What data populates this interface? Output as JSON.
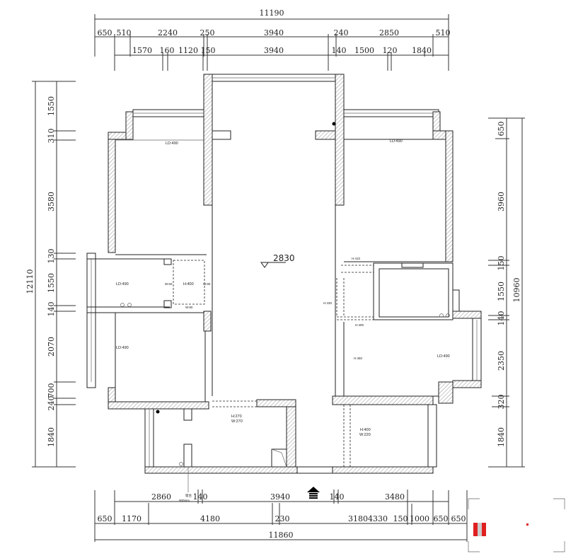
{
  "top_dims": {
    "total": "11190",
    "row1": [
      "650",
      "510",
      "2240",
      "250",
      "3940",
      "240",
      "2850",
      "510"
    ],
    "row2": [
      "1570",
      "160",
      "1120",
      "150",
      "3940",
      "140",
      "1500",
      "120",
      "1840"
    ]
  },
  "left_dims": {
    "total": "12110",
    "segments": [
      "1550",
      "310",
      "3580",
      "130",
      "1550",
      "140",
      "2070",
      "700",
      "240",
      "1840"
    ]
  },
  "right_dims": {
    "total": "10960",
    "segments": [
      "650",
      "3960",
      "150",
      "1550",
      "140",
      "2350",
      "320",
      "1840"
    ]
  },
  "bottom_dims": {
    "row1": [
      "2860",
      "140",
      "3940",
      "140",
      "3480"
    ],
    "row2": [
      "650",
      "1170",
      "4180",
      "230",
      "31804330",
      "150",
      "1000",
      "650",
      "650"
    ],
    "total": "11860"
  },
  "labels": {
    "ld_upper_left": "LD:490",
    "ld_mid_left": "LD:490",
    "ld_lower_left": "LD:490",
    "ld_upper_right": "LD:490",
    "ld_lower_right": "LD:490",
    "w60": "W:60",
    "h400_left": "H:400",
    "w80_right": "W:80",
    "w80_bottom": "W:80",
    "h410": "H:410",
    "h430": "H:430",
    "h400_right": "H:400",
    "h460": "H:460",
    "h270": "H:270",
    "w270": "W:270",
    "h400_bottom": "H:400",
    "w220": "W:220",
    "ceiling_height": "2830",
    "sill_label": "窗台",
    "sill_height": "900mm"
  },
  "colors": {
    "accent_red": "#e02020"
  }
}
